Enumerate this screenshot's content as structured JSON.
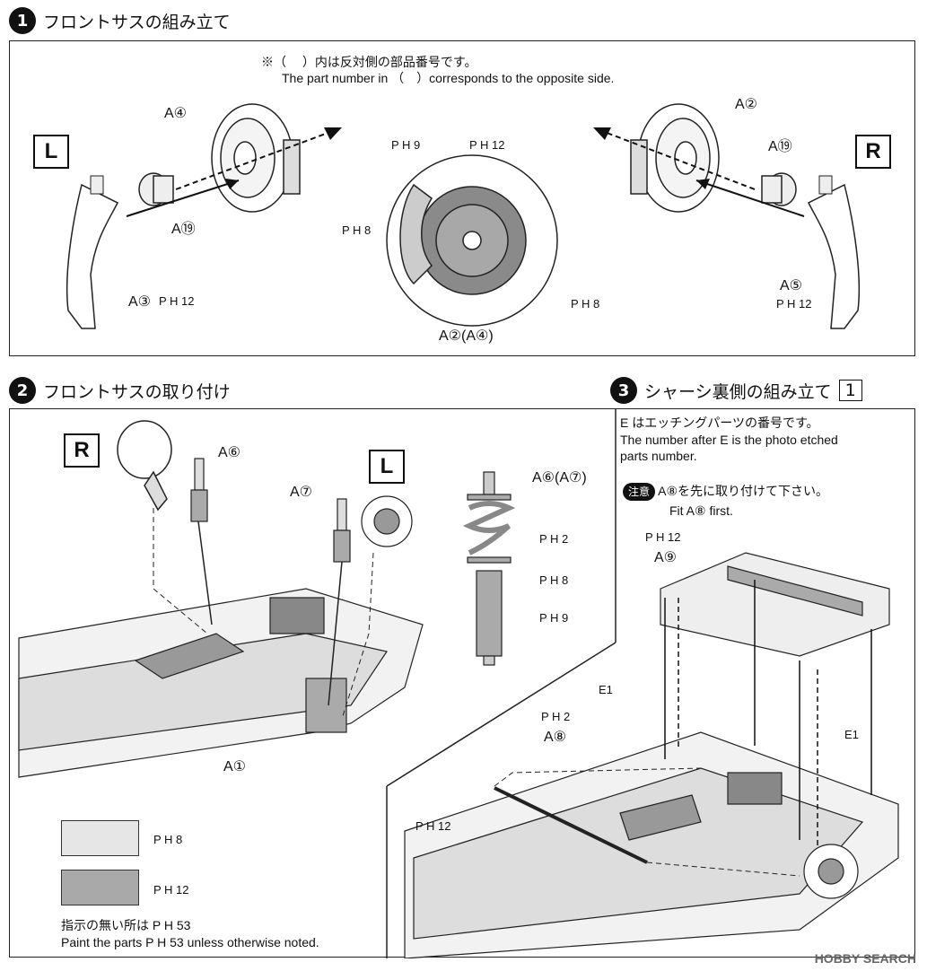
{
  "step1": {
    "number": "1",
    "title": "フロントサスの組み立て",
    "note_jp": "※（　 ）内は反対側の部品番号です。",
    "note_en": "The part number in （　）corresponds to the opposite side.",
    "left_side": "L",
    "right_side": "R",
    "labels": {
      "a4": "A④",
      "a19_left": "A⑲",
      "a3": "A③",
      "a2": "A②",
      "a19_right": "A⑲",
      "a5": "A⑤",
      "center_p9": "P H 9",
      "center_p12": "P H 12",
      "center_p8_left": "P H 8",
      "center_p8_right": "P H 8",
      "center_a2a4": "A②(A④)",
      "a3_paint": "P H 12",
      "a5_paint": "P H 12"
    }
  },
  "step2": {
    "number": "2",
    "title": "フロントサスの取り付け",
    "right_side": "R",
    "left_side": "L",
    "labels": {
      "a6": "A⑥",
      "a7": "A⑦",
      "a1": "A①",
      "shock_title": "A⑥(A⑦)",
      "shock_p2": "P H 2",
      "shock_p8": "P H 8",
      "shock_p9": "P H 9"
    },
    "legend": [
      {
        "paint": "P H 8",
        "color": "#e6e6e6"
      },
      {
        "paint": "P H 12",
        "color": "#a9a9a9"
      }
    ],
    "footer_jp": "指示の無い所は P H 53",
    "footer_en": "Paint the parts P H 53 unless otherwise noted."
  },
  "step3": {
    "number": "3",
    "title": "シャーシ裏側の組み立て",
    "ref_box": "1",
    "etch_note_jp": "E はエッチングパーツの番号です。",
    "etch_note_en1": "The number after E is the photo etched",
    "etch_note_en2": "parts  number.",
    "caution_badge": "注意",
    "caution_jp": "A⑧を先に取り付けて下さい。",
    "caution_en": "Fit A⑧ first.",
    "labels": {
      "ph12_top": "P H 12",
      "a9": "A⑨",
      "e1_left": "E1",
      "e1_right": "E1",
      "ph2": "P H 2",
      "a8": "A⑧",
      "ph12_bottom": "P H 12"
    }
  },
  "watermark": "HOBBY SEARCH"
}
